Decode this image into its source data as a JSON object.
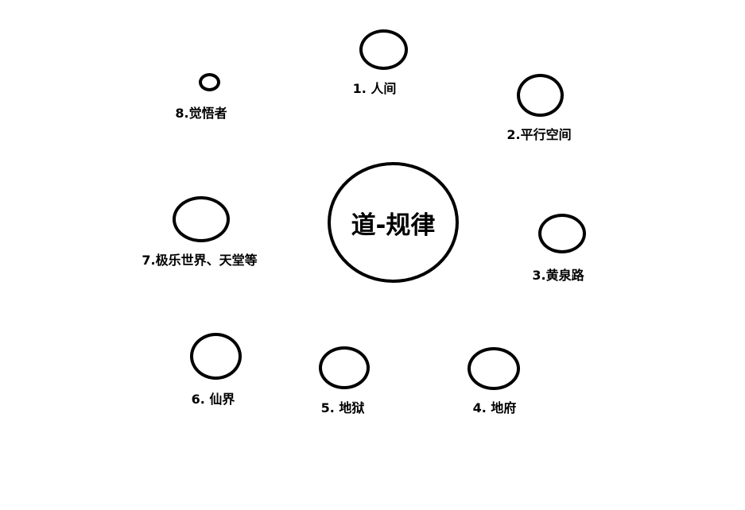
{
  "diagram": {
    "type": "radial-concept-map",
    "colors": {
      "background": "#ffffff",
      "stroke": "#000000",
      "text": "#000000"
    },
    "center": {
      "label": "道-规律"
    },
    "nodes": [
      {
        "id": 1,
        "label": "1. 人间"
      },
      {
        "id": 2,
        "label": "2.平行空间"
      },
      {
        "id": 3,
        "label": "3.黄泉路"
      },
      {
        "id": 4,
        "label": "4. 地府"
      },
      {
        "id": 5,
        "label": "5. 地狱"
      },
      {
        "id": 6,
        "label": "6. 仙界"
      },
      {
        "id": 7,
        "label": "7.极乐世界、天堂等"
      },
      {
        "id": 8,
        "label": "8.觉悟者"
      }
    ]
  }
}
